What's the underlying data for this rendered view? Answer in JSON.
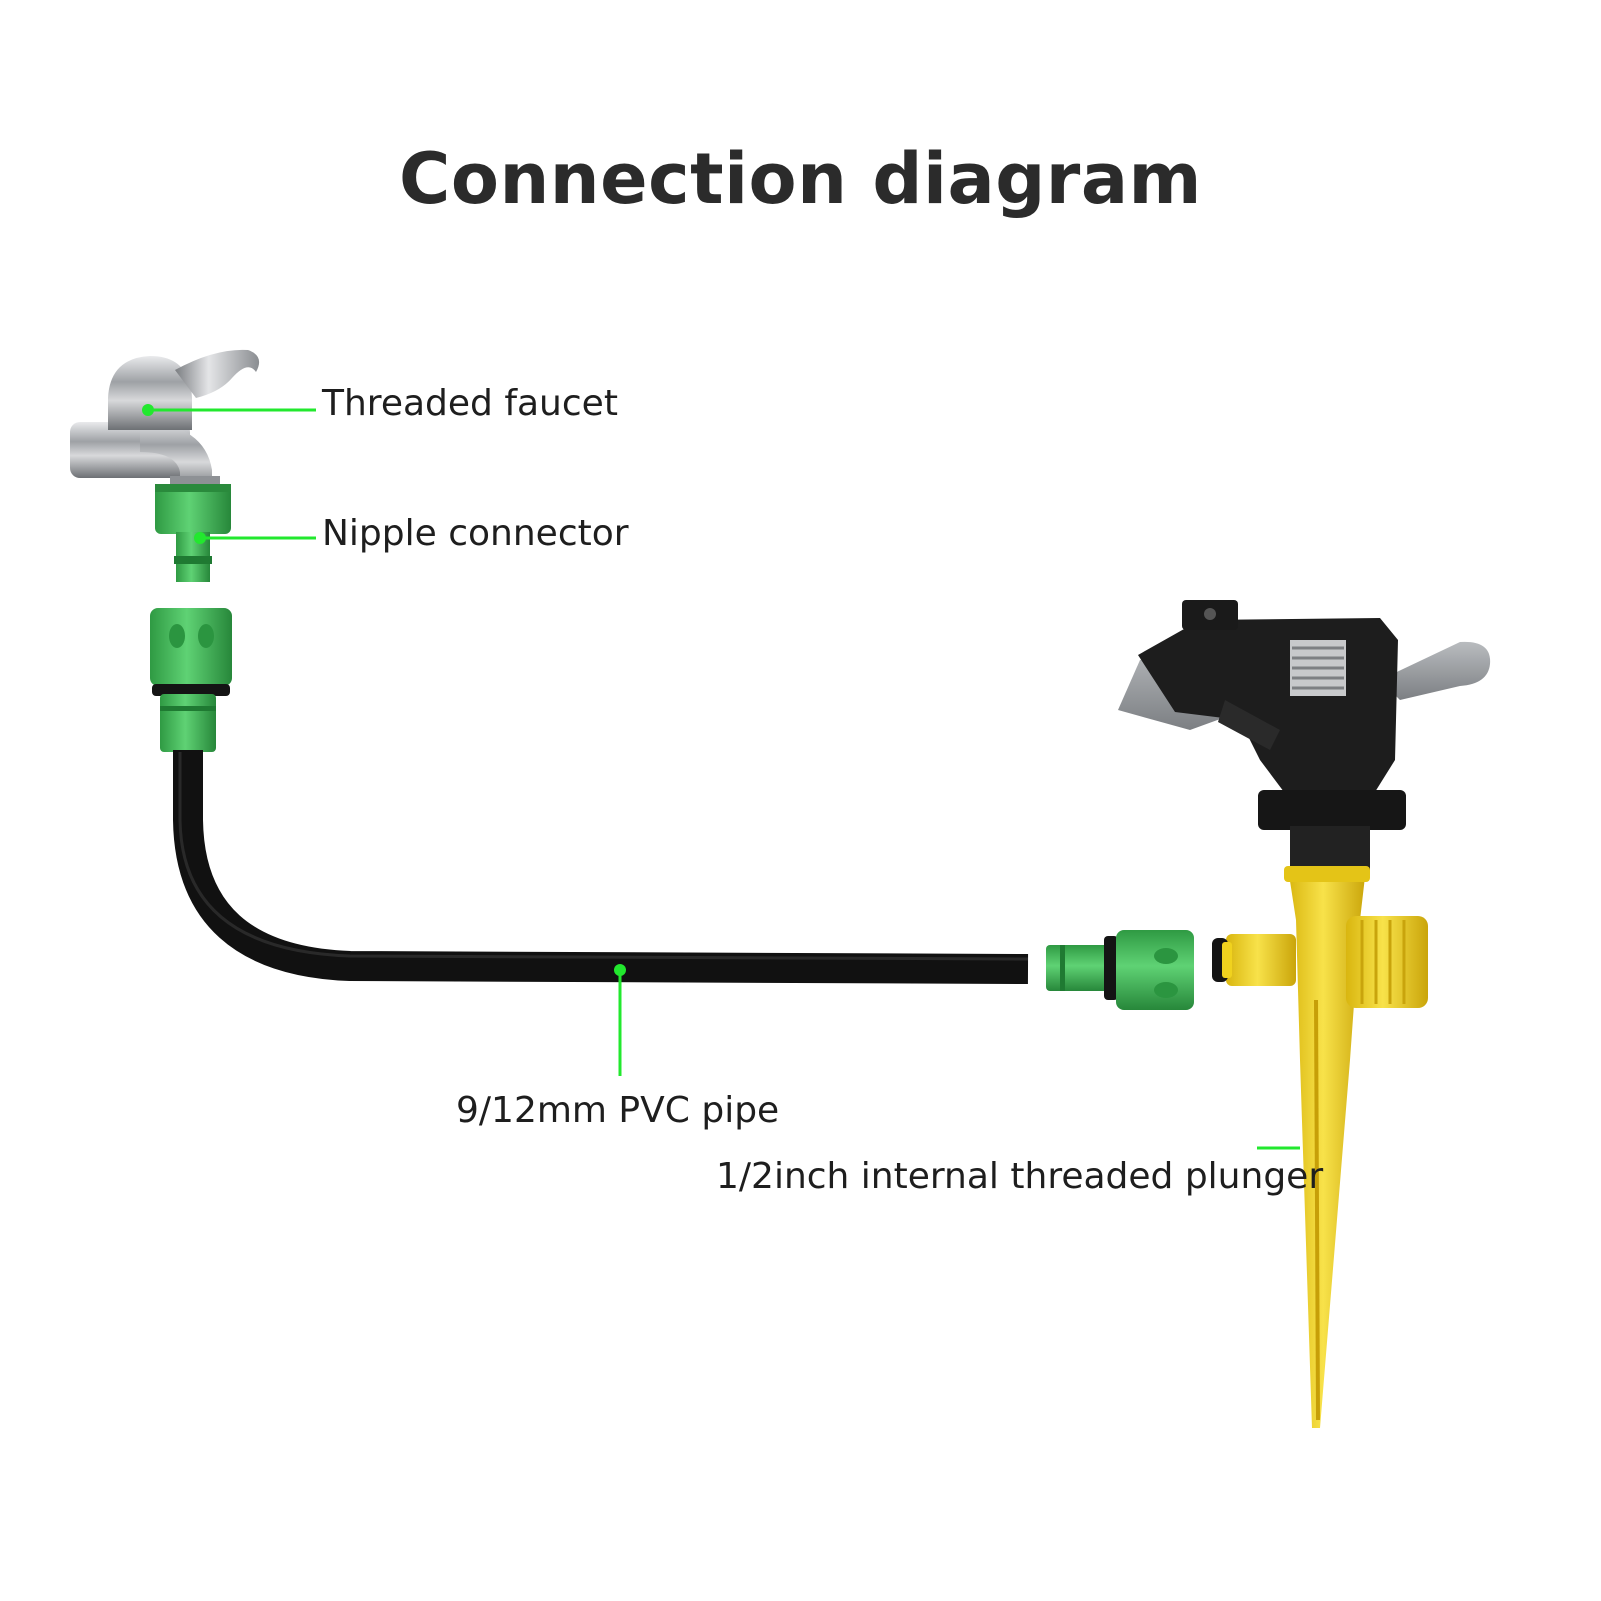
{
  "title": "Connection diagram",
  "labels": {
    "faucet": "Threaded faucet",
    "nipple": "Nipple connector",
    "pipe": "9/12mm PVC pipe",
    "plunger": "1/2inch internal threaded plunger"
  },
  "colors": {
    "leader": "#22e82e",
    "connector_green": "#35b04a",
    "plunger_yellow": "#f2d21a",
    "pipe_black": "#111111",
    "faucet_chrome": "#a9abae"
  }
}
